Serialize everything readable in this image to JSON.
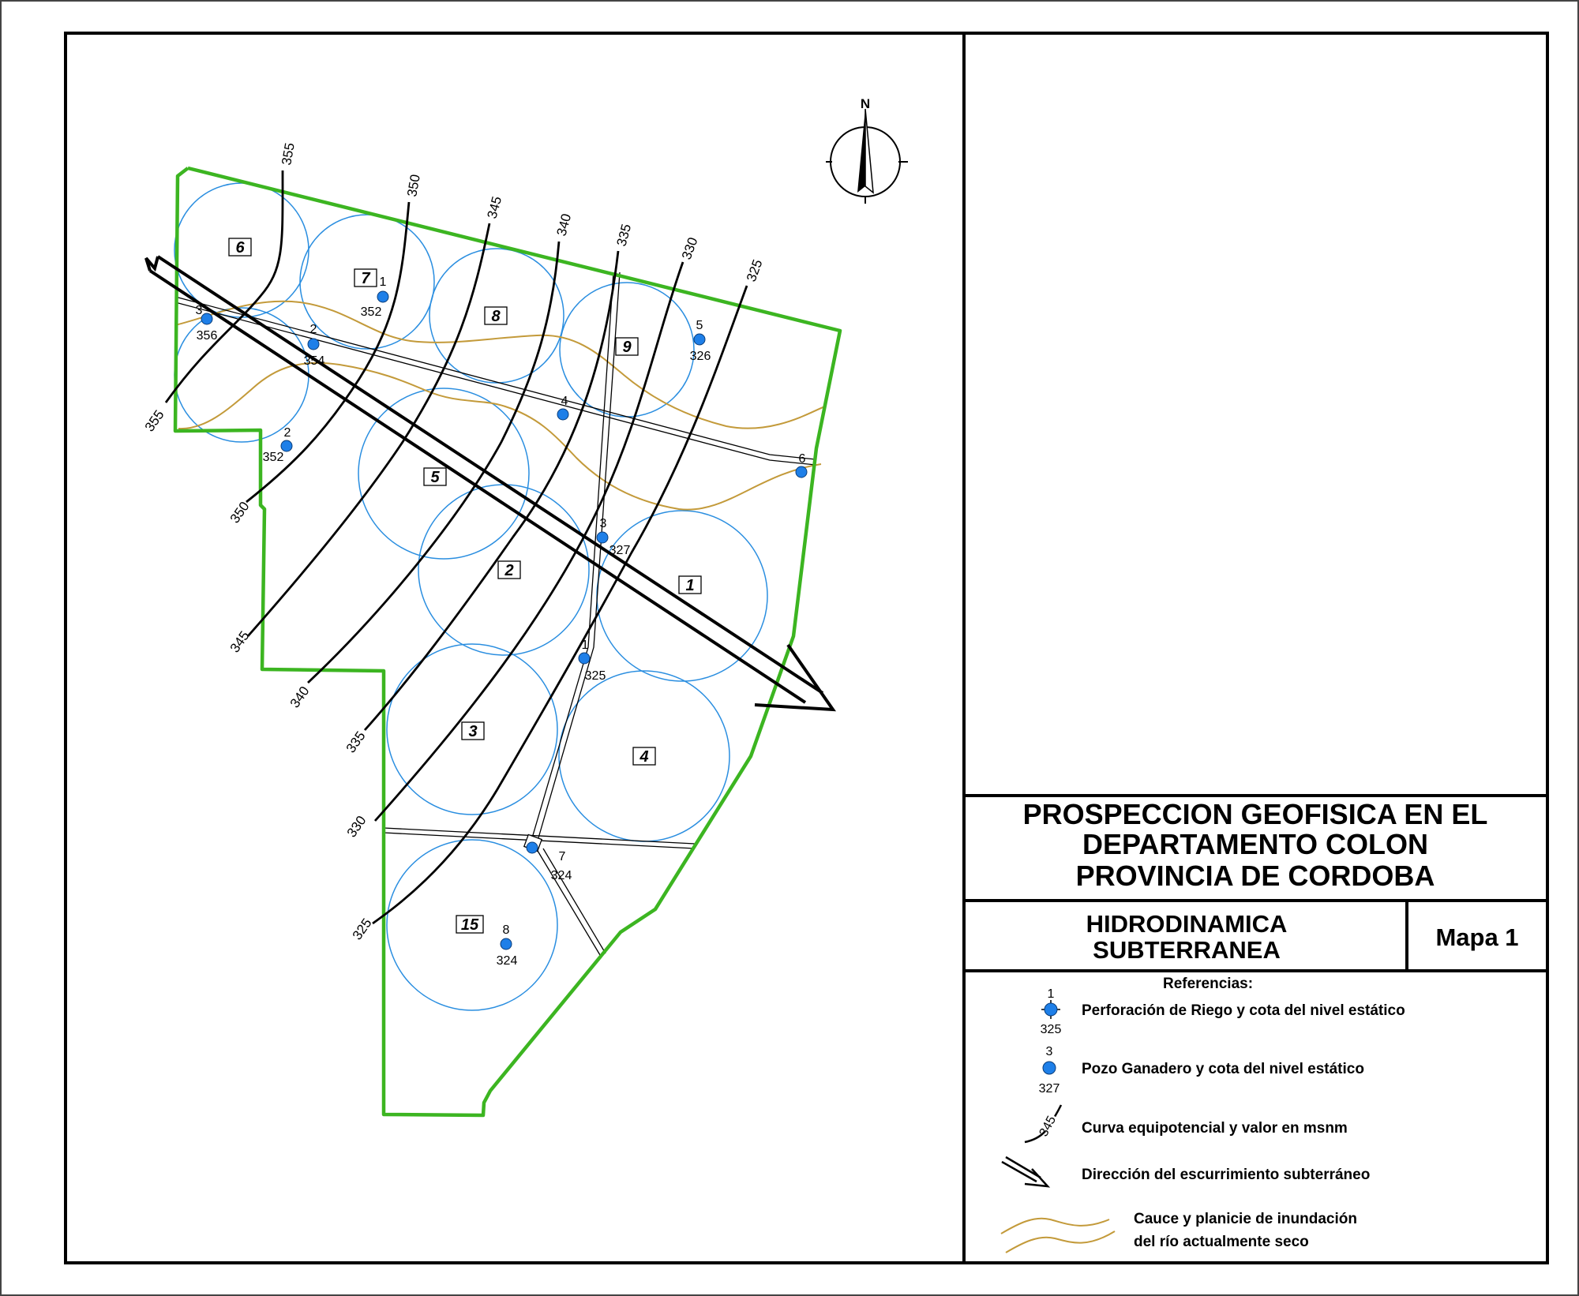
{
  "title_block": {
    "main_title": [
      "PROSPECCION GEOFISICA EN EL",
      "DEPARTAMENTO COLON",
      "PROVINCIA DE CORDOBA"
    ],
    "subtitle": [
      "HIDRODINAMICA",
      "SUBTERRANEA"
    ],
    "map_number": "Mapa 1"
  },
  "compass": {
    "label": "N"
  },
  "legend": {
    "heading": "Referencias:",
    "items": [
      {
        "symbol": "irrigation-well",
        "top": "1",
        "bottom": "325",
        "text": "Perforación de Riego y cota del nivel estático"
      },
      {
        "symbol": "cattle-well",
        "top": "3",
        "bottom": "327",
        "text": "Pozo Ganadero y cota del nivel estático"
      },
      {
        "symbol": "contour",
        "value": "345",
        "text": "Curva equipotencial y valor en msnm"
      },
      {
        "symbol": "flow-arrow",
        "text": "Dirección del escurrimiento subterráneo"
      },
      {
        "symbol": "riverbed",
        "text": [
          "Cauce y planicie de inundación",
          "del río actualmente seco"
        ]
      }
    ]
  },
  "map": {
    "contours": [
      {
        "value": "355",
        "label_top": "355",
        "label_bottom": "355"
      },
      {
        "value": "350",
        "label_top": "350",
        "label_bottom": "350"
      },
      {
        "value": "345",
        "label_top": "345",
        "label_bottom": "345"
      },
      {
        "value": "340",
        "label_top": "340",
        "label_bottom": "340"
      },
      {
        "value": "335",
        "label_top": "335",
        "label_bottom": "335"
      },
      {
        "value": "330",
        "label_top": "330",
        "label_bottom": "330"
      },
      {
        "value": "325",
        "label_top": "325",
        "label_bottom": "325"
      }
    ],
    "plots": [
      "6",
      "7",
      "8",
      "9",
      "5",
      "2",
      "1",
      "3",
      "4",
      "15"
    ],
    "wells": [
      {
        "top": "3",
        "bottom": "356"
      },
      {
        "top": "1",
        "bottom": "352"
      },
      {
        "top": "2",
        "bottom": "354"
      },
      {
        "top": "2",
        "bottom": "352"
      },
      {
        "top": "5",
        "bottom": "326"
      },
      {
        "top": "4",
        "bottom": ""
      },
      {
        "top": "6",
        "bottom": ""
      },
      {
        "top": "3",
        "bottom": "327"
      },
      {
        "top": "1",
        "bottom": "325"
      },
      {
        "top": "7",
        "bottom": "324"
      },
      {
        "top": "8",
        "bottom": "324"
      }
    ]
  },
  "colors": {
    "boundary": "#3cb521",
    "pivot_circle": "#2a8ee0",
    "well": "#1e7fe8",
    "riverbed": "#c39a3a",
    "contour": "#000000"
  }
}
